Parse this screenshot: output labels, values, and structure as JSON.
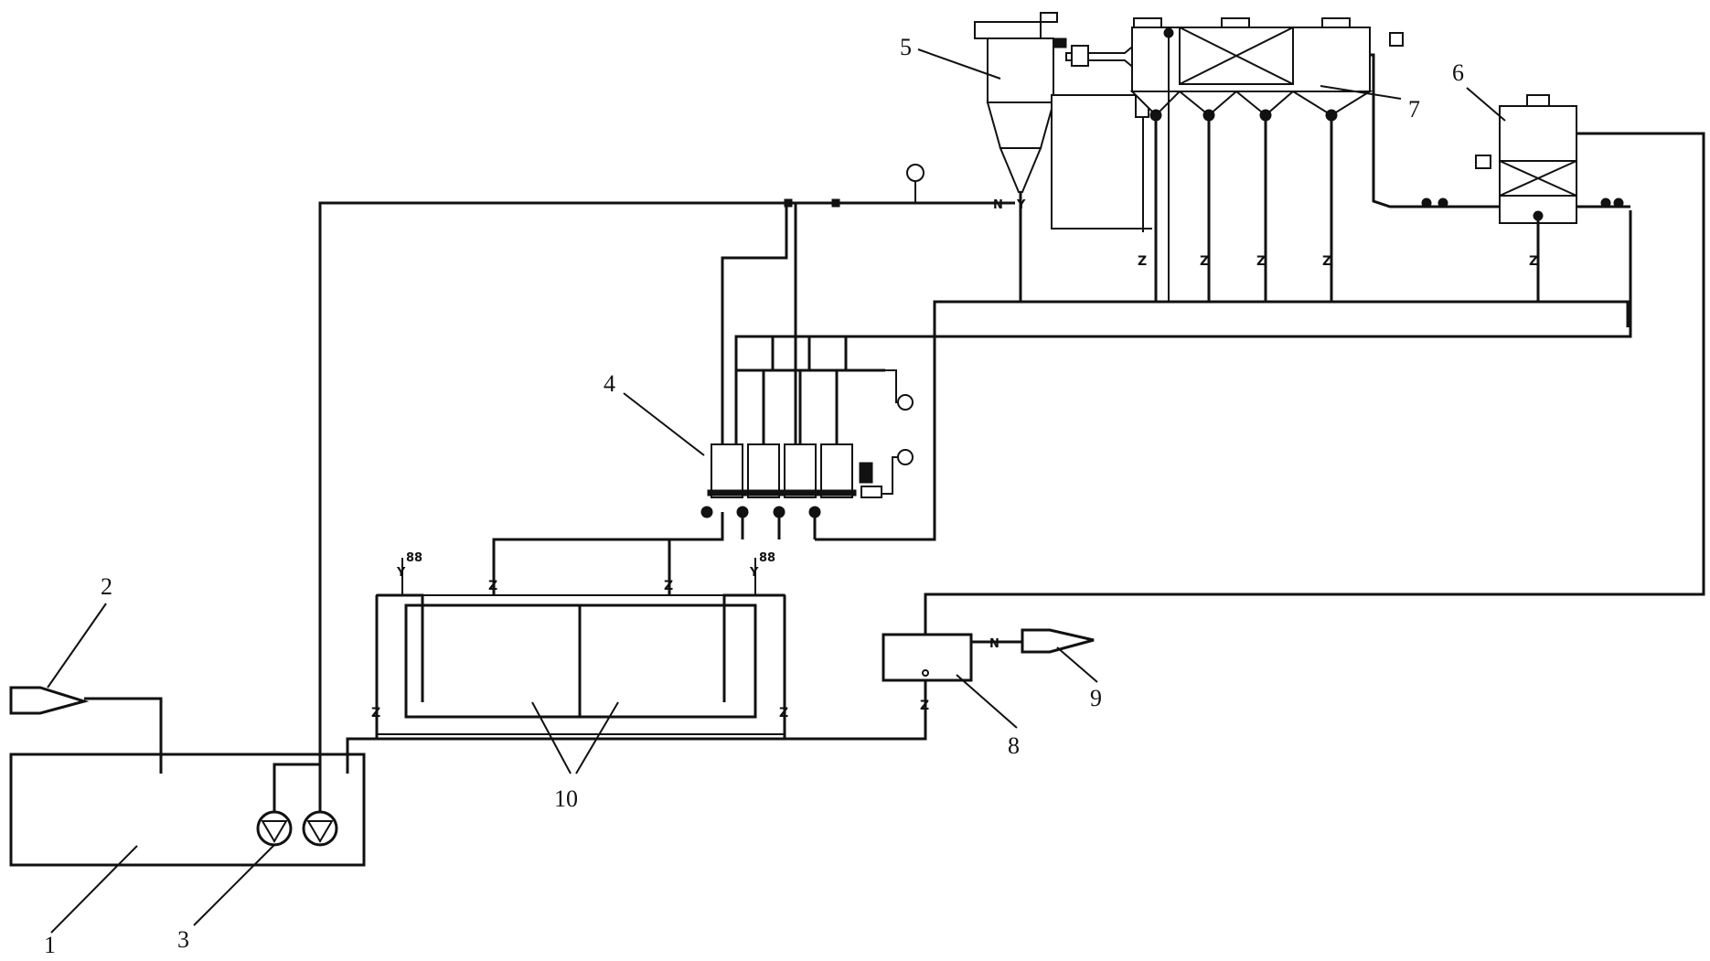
{
  "labels": {
    "n1": "1",
    "n2": "2",
    "n3": "3",
    "n4": "4",
    "n5": "5",
    "n6": "6",
    "n7": "7",
    "n8": "8",
    "n9": "9",
    "n10": "10"
  },
  "valve_glyph": "Z",
  "vent_glyph": "Y",
  "check_glyph": "N"
}
